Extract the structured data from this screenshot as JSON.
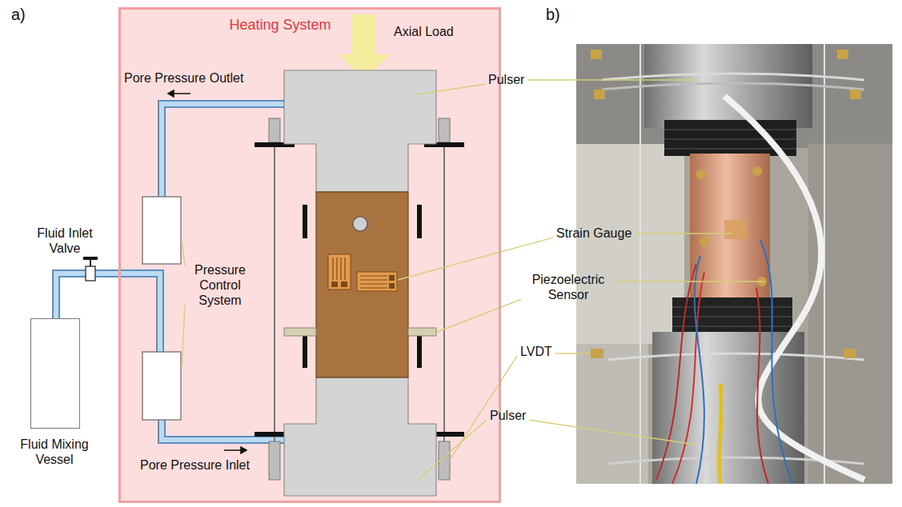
{
  "diagram": {
    "nodes": [
      {
        "text": [
          "Heating System"
        ]
      },
      {
        "text": [
          "Fluid Mixing Vessel"
        ]
      }
    ],
    "labels": [
      "a)",
      "b)",
      "Axial Load",
      "Pore Pressure Outlet",
      "Fluid Inlet Valve",
      "Pressure Control System",
      "Pore Pressure Inlet",
      "Pulser",
      "Strain Gauge",
      "Piezoelectric Sensor",
      "LVDT",
      "Pulser"
    ]
  }
}
